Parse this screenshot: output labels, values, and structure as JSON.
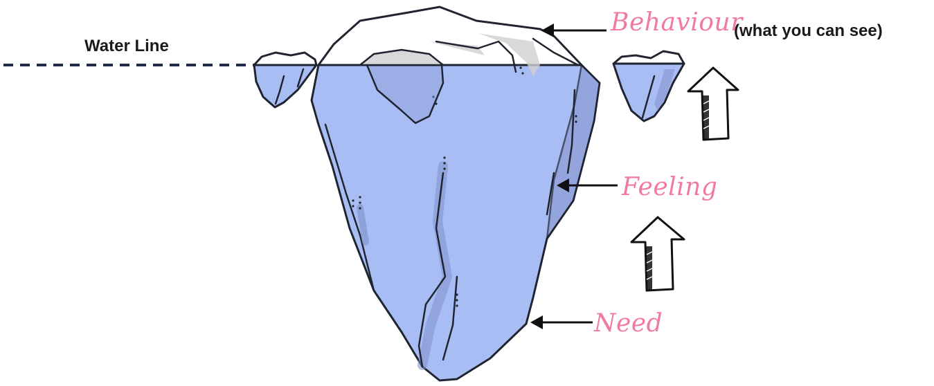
{
  "diagram": {
    "water_line_label": "Water Line",
    "labels": {
      "behaviour": "Behaviour",
      "behaviour_note": "(what you can see)",
      "feeling": "Feeling",
      "need": "Need"
    },
    "colors": {
      "ice_top": "#ffffff",
      "ice_underwater": "#a9bdf5",
      "ice_shadow": "#8a9bd2",
      "outline": "#1f2430",
      "script_text": "#f07aa0",
      "water_line": "#1f2a44"
    },
    "icons": [
      "arrow-left-icon",
      "arrow-up-outline-icon"
    ]
  }
}
